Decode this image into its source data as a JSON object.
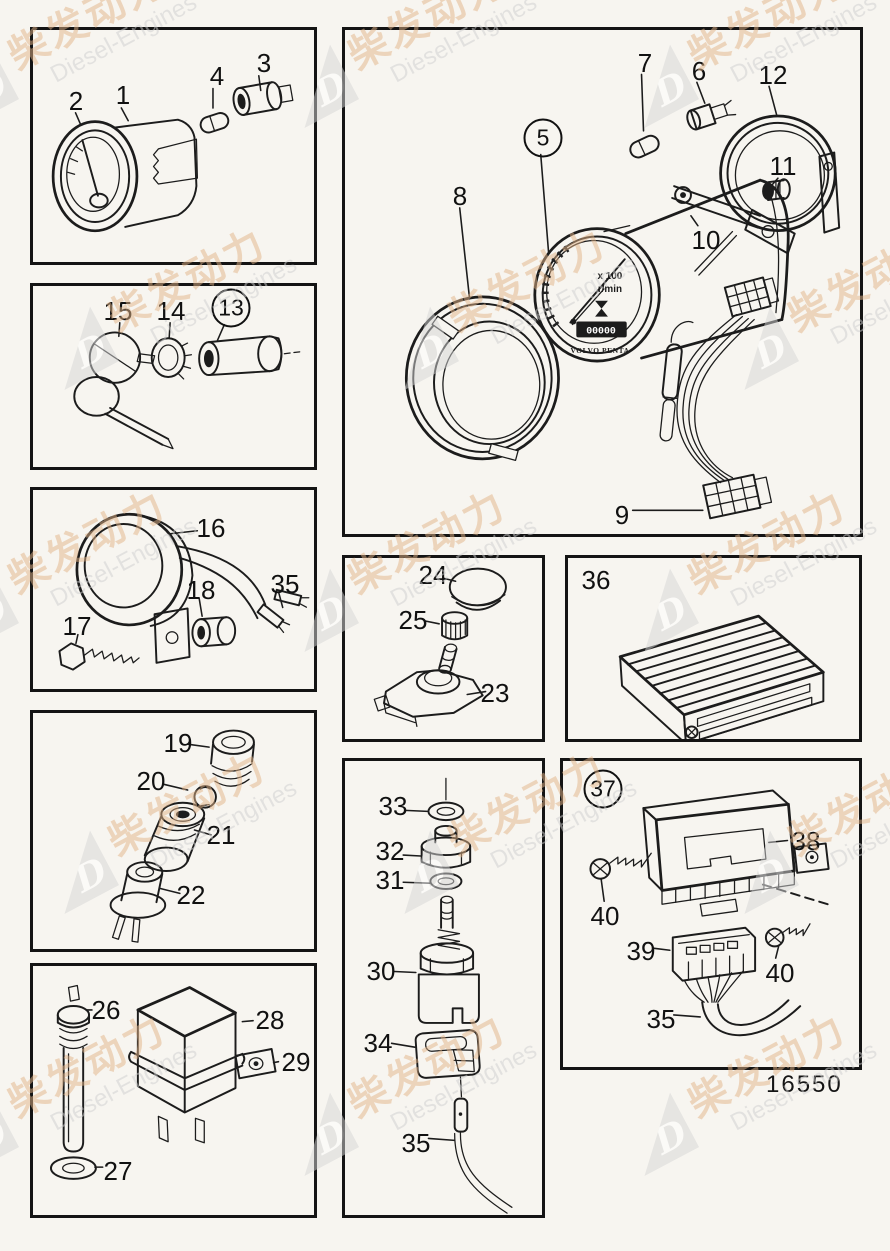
{
  "figure": {
    "drawing_number": "16550"
  },
  "watermark": {
    "text_cn": "柴发动力",
    "text_en": "Diesel-Engines",
    "logo_letter": "D",
    "color_cn": "#e3b488",
    "color_en": "#cfcfcf",
    "color_logo": "#d6d6d6"
  },
  "gauge_face": {
    "multiplier": "x 100",
    "unit": "r/min",
    "counter": "00000",
    "brand": "VOLVO PENTA"
  },
  "panels": [
    {
      "name": "instrument-gauge",
      "callouts": [
        "2",
        "1",
        "4",
        "3"
      ]
    },
    {
      "name": "key-and-lock",
      "callouts": [
        "15",
        "14",
        "13"
      ]
    },
    {
      "name": "sender-unit",
      "callouts": [
        "16",
        "18",
        "35",
        "17"
      ]
    },
    {
      "name": "bulb-holder-set",
      "callouts": [
        "19",
        "20",
        "21",
        "22"
      ]
    },
    {
      "name": "sensor-and-relay",
      "callouts": [
        "26",
        "27",
        "28",
        "29"
      ]
    },
    {
      "name": "tachometer-kit",
      "callouts": [
        "7",
        "6",
        "12",
        "5",
        "11",
        "10",
        "8",
        "9"
      ]
    },
    {
      "name": "switch-with-knob",
      "callouts": [
        "24",
        "25",
        "23"
      ]
    },
    {
      "name": "control-box",
      "callouts": [
        "36"
      ]
    },
    {
      "name": "pressure-switch",
      "callouts": [
        "33",
        "32",
        "31",
        "30",
        "34",
        "35"
      ]
    },
    {
      "name": "relay-module",
      "callouts": [
        "37",
        "38",
        "40",
        "39",
        "40",
        "35"
      ]
    }
  ]
}
